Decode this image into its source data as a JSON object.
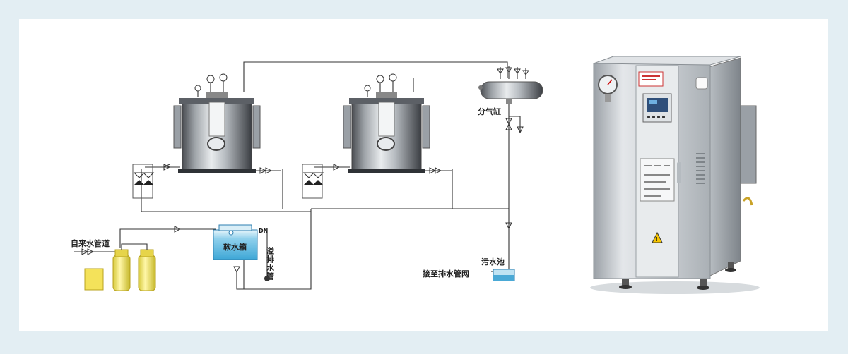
{
  "diagram": {
    "labels": {
      "tap_water_pipe": "自来水管道",
      "soft_water_tank": "软水箱",
      "tank_dn": "DN",
      "overflow_drain_pipe": "溢排水管",
      "steam_header": "分气缸",
      "sewage_pit": "污水池",
      "to_drain_network": "接至排水管网"
    }
  },
  "product": {
    "colors": {
      "cabinet": "#c9ced3",
      "panel_screen": "#2f4f7a",
      "warning": "#f5c400",
      "background": "#e3eef3"
    }
  }
}
